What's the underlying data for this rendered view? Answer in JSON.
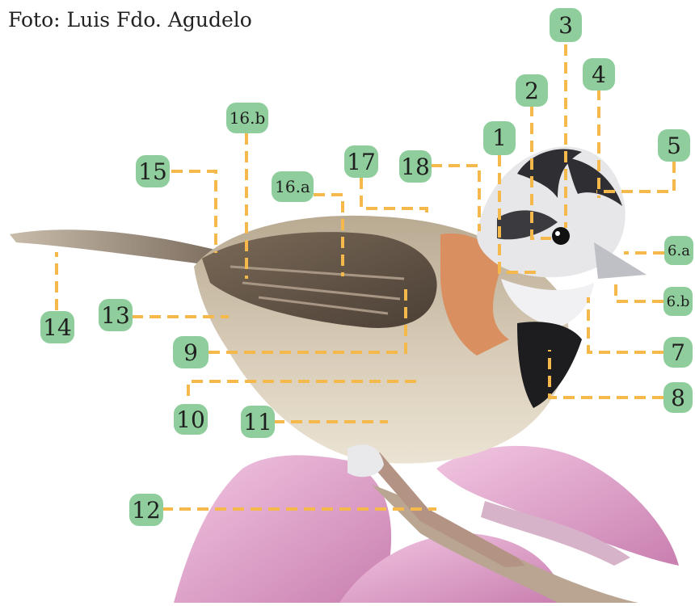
{
  "credit": "Foto: Luis Fdo. Agudelo",
  "colors": {
    "leader_line": "#f5b84a",
    "badge_fill": "#8fce9c",
    "flower": "#e0a0c8",
    "bird_body": "#cfc4ae",
    "bird_crest": "#2f2f33",
    "bird_rufous": "#d98f5f"
  },
  "labels": {
    "n1": "1",
    "n2": "2",
    "n3": "3",
    "n4": "4",
    "n5": "5",
    "n6a": "6.a",
    "n6b": "6.b",
    "n7": "7",
    "n8": "8",
    "n9": "9",
    "n10": "10",
    "n11": "11",
    "n12": "12",
    "n13": "13",
    "n14": "14",
    "n15": "15",
    "n16a": "16.a",
    "n16b": "16.b",
    "n17": "17",
    "n18": "18"
  }
}
